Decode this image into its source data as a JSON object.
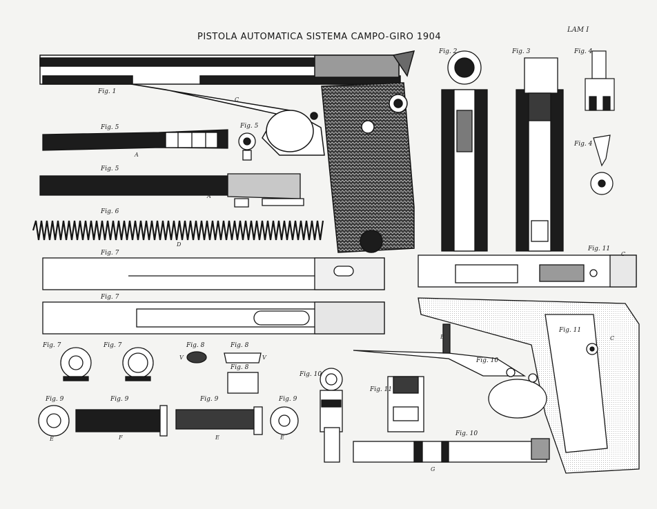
{
  "plate": {
    "title": "PISTOLA AUTOMATICA SISTEMA CAMPO-GIRO 1904",
    "plate_number": "LAM I"
  },
  "figure_labels": {
    "fig1": "Fig. 1",
    "fig2": "Fig. 2",
    "fig3": "Fig. 3",
    "fig4a": "Fig. 4",
    "fig4b": "Fig. 4",
    "fig5a": "Fig. 5",
    "fig5b": "Fig. 5",
    "fig5c": "Fig. 5",
    "fig6": "Fig. 6",
    "fig7a": "Fig. 7",
    "fig7b": "Fig. 7",
    "fig7c": "Fig. 7",
    "fig7d": "Fig. 7",
    "fig8a": "Fig. 8",
    "fig8b": "Fig. 8",
    "fig8c": "Fig. 8",
    "fig9a": "Fig. 9",
    "fig9b": "Fig. 9",
    "fig9c": "Fig. 9",
    "fig9d": "Fig. 9",
    "fig10a": "Fig. 10",
    "fig10b": "Fig. 10",
    "fig10c": "Fig. 10",
    "fig11a": "Fig. 11",
    "fig11b": "Fig. 11",
    "fig11c": "Fig. 11"
  },
  "part_letters": {
    "A": "A",
    "A2": "A",
    "B": "B",
    "C": "C",
    "C2": "C",
    "C3": "C",
    "D": "D",
    "E": "E",
    "E2": "E",
    "E3": "E",
    "F": "F",
    "G": "G",
    "V": "V",
    "V2": "V"
  },
  "colors": {
    "ink": "#141414",
    "paper": "#f4f4f2",
    "grip": "#2a2a2a"
  }
}
